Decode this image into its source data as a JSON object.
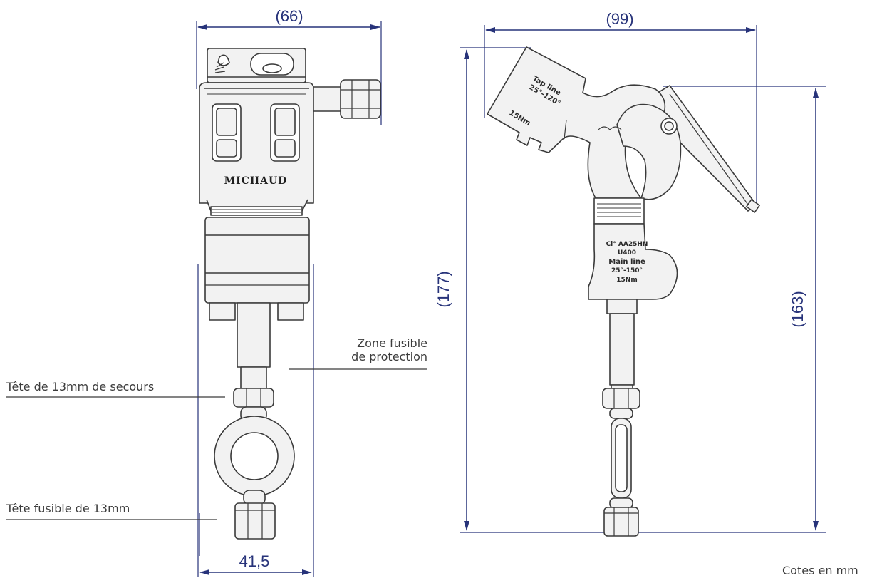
{
  "dimensions": {
    "front_width_top": "(66)",
    "front_width_bottom": "41,5",
    "side_width": "(99)",
    "side_height_total": "(177)",
    "side_height_body": "(163)"
  },
  "labels": {
    "zone_fusible_line1": "Zone fusible",
    "zone_fusible_line2": "de protection",
    "tete_secours": "Tête de 13mm de secours",
    "tete_fusible": "Tête fusible de 13mm",
    "cotes": "Cotes en mm"
  },
  "engravings": {
    "brand": "MICHAUD",
    "tap_line_1": "Tap line",
    "tap_line_2": "25°-120°",
    "tap_torque": "15Nm",
    "main_1": "Cl° AA25HN",
    "main_2": "U400",
    "main_3": "Main line",
    "main_4": "25°-150°",
    "main_5": "15Nm"
  },
  "colors": {
    "dimension": "#27337a",
    "outline": "#3a3a3a",
    "fill": "#f2f2f2",
    "label_text": "#3c3c3c"
  }
}
